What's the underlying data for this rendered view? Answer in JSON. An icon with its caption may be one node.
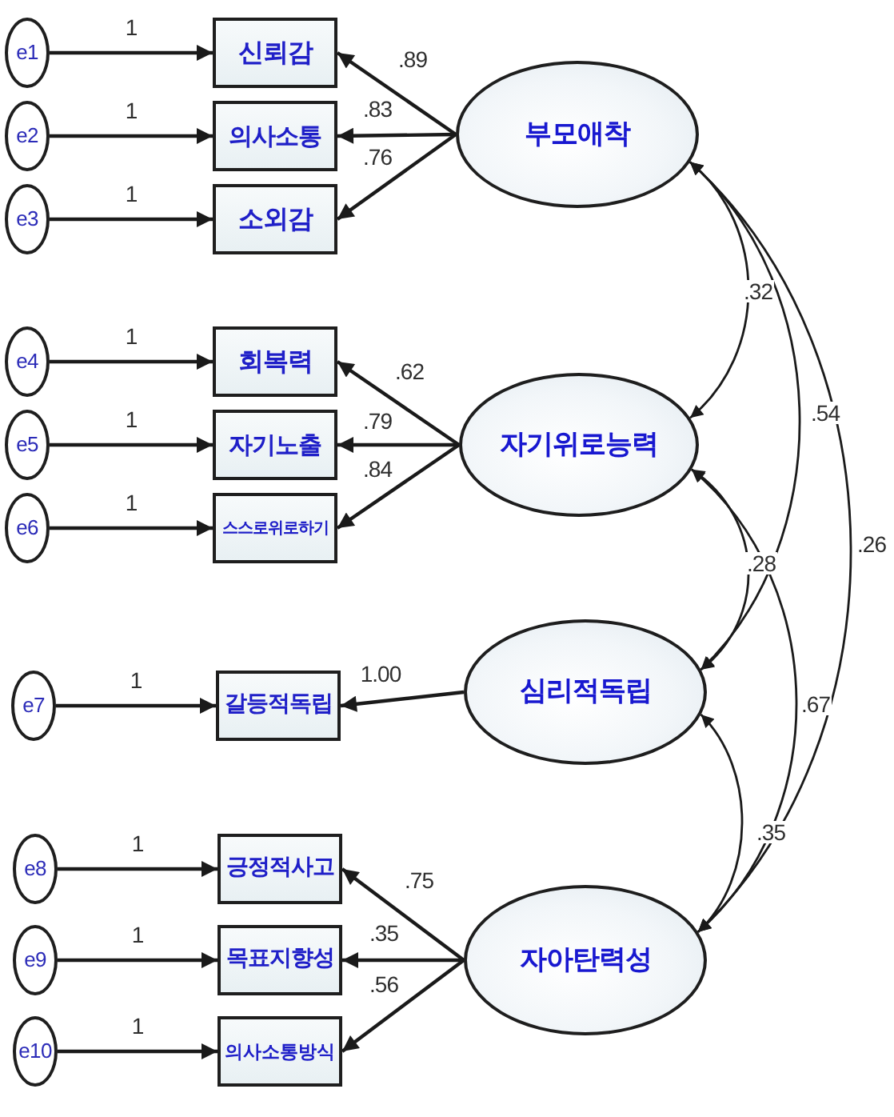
{
  "diagram": {
    "nodes": [
      {
        "text": [
          "e1"
        ]
      },
      {
        "text": [
          "신뢰감"
        ]
      },
      {
        "text": [
          "부모애착"
        ]
      },
      {
        "text": [
          "e2"
        ]
      },
      {
        "text": [
          "의사소통"
        ]
      },
      {
        "text": [
          "e3"
        ]
      },
      {
        "text": [
          "소외감"
        ]
      },
      {
        "text": [
          "e4"
        ]
      },
      {
        "text": [
          "회복력"
        ]
      },
      {
        "text": [
          "e5"
        ]
      },
      {
        "text": [
          "자기노출"
        ]
      },
      {
        "text": [
          "자기위로능력"
        ]
      },
      {
        "text": [
          "e6"
        ]
      },
      {
        "text": [
          "스스로위로하기"
        ]
      },
      {
        "text": [
          "e7"
        ]
      },
      {
        "text": [
          "갈등적독립"
        ]
      },
      {
        "text": [
          "심리적독립"
        ]
      },
      {
        "text": [
          "e8"
        ]
      },
      {
        "text": [
          "긍정적사고"
        ]
      },
      {
        "text": [
          "e9"
        ]
      },
      {
        "text": [
          "목표지향성"
        ]
      },
      {
        "text": [
          "자아탄력성"
        ]
      },
      {
        "text": [
          "e10"
        ]
      },
      {
        "text": [
          "의사소통방식"
        ]
      }
    ],
    "edges": [
      {
        "from": 0,
        "to": 1,
        "arrow": "to",
        "label": "1"
      },
      {
        "from": 3,
        "to": 4,
        "arrow": "to",
        "label": "1"
      },
      {
        "from": 5,
        "to": 6,
        "arrow": "to",
        "label": "1"
      },
      {
        "from": 7,
        "to": 8,
        "arrow": "to",
        "label": "1"
      },
      {
        "from": 9,
        "to": 10,
        "arrow": "to",
        "label": "1"
      },
      {
        "from": 12,
        "to": 13,
        "arrow": "to",
        "label": "1"
      },
      {
        "from": 14,
        "to": 15,
        "arrow": "to",
        "label": "1"
      },
      {
        "from": 17,
        "to": 18,
        "arrow": "to",
        "label": "1"
      },
      {
        "from": 19,
        "to": 20,
        "arrow": "to",
        "label": "1"
      },
      {
        "from": 22,
        "to": 23,
        "arrow": "to",
        "label": "1"
      },
      {
        "from": 2,
        "to": 1,
        "arrow": "to",
        "label": ".89"
      },
      {
        "from": 2,
        "to": 4,
        "arrow": "to",
        "label": ".83"
      },
      {
        "from": 2,
        "to": 6,
        "arrow": "to",
        "label": ".76"
      },
      {
        "from": 11,
        "to": 8,
        "arrow": "to",
        "label": ".62"
      },
      {
        "from": 11,
        "to": 10,
        "arrow": "to",
        "label": ".79"
      },
      {
        "from": 11,
        "to": 13,
        "arrow": "to",
        "label": ".84"
      },
      {
        "from": 16,
        "to": 15,
        "arrow": "to",
        "label": "1.00"
      },
      {
        "from": 21,
        "to": 18,
        "arrow": "to",
        "label": ".75"
      },
      {
        "from": 21,
        "to": 20,
        "arrow": "to",
        "label": ".35"
      },
      {
        "from": 21,
        "to": 23,
        "arrow": "to",
        "label": ".56"
      },
      {
        "from": 2,
        "to": 11,
        "arrow": "both",
        "label": ".32"
      },
      {
        "from": 2,
        "to": 16,
        "arrow": "both",
        "label": ".54"
      },
      {
        "from": 2,
        "to": 21,
        "arrow": "both",
        "label": ".26"
      },
      {
        "from": 11,
        "to": 16,
        "arrow": "both",
        "label": ".28"
      },
      {
        "from": 11,
        "to": 21,
        "arrow": "both",
        "label": ".67"
      },
      {
        "from": 16,
        "to": 21,
        "arrow": "both",
        "label": ".35"
      }
    ]
  }
}
